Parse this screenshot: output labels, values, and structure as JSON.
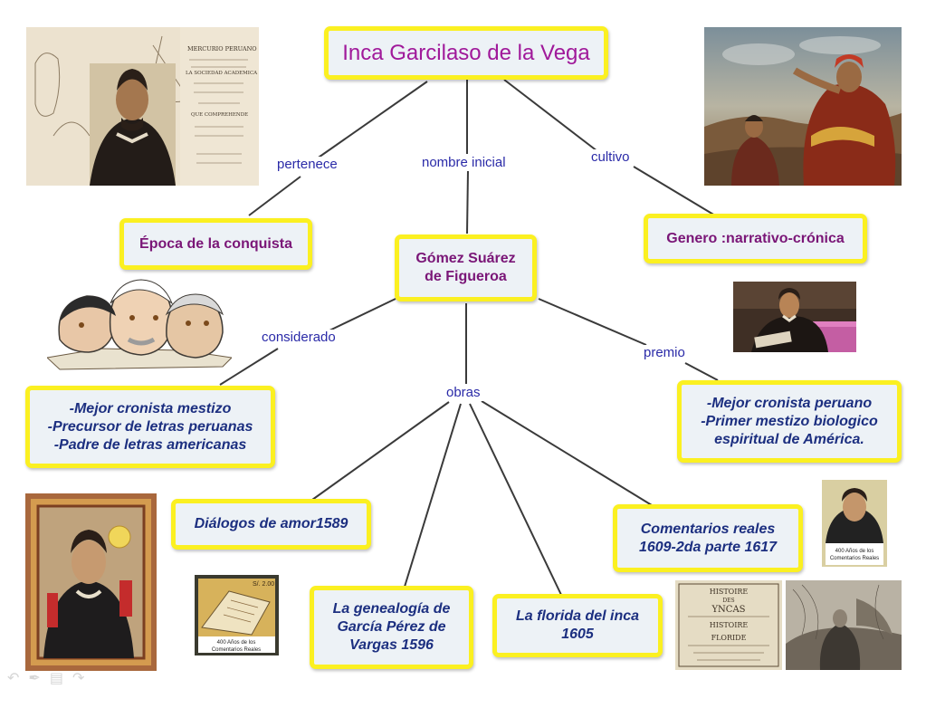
{
  "title": "Inca Garcilaso de la Vega",
  "links": {
    "pertenece": "pertenece",
    "nombre_inicial": "nombre inicial",
    "cultivo": "cultivo",
    "considerado": "considerado",
    "premio": "premio",
    "obras": "obras"
  },
  "nodes": {
    "epoca": "Época de la conquista",
    "nombre": "Gómez Suárez\nde Figueroa",
    "genero": "Genero :narrativo-crónica",
    "considerado": "-Mejor cronista mestizo\n-Precursor de letras peruanas\n-Padre de letras americanas",
    "premio": "-Mejor cronista peruano\n-Primer mestizo biologico\nespiritual de América.",
    "dialogos": "Diálogos de amor1589",
    "genealogia": "La genealogía de\nGarcía Pérez de\nVargas 1596",
    "florida": "La florida del inca\n1605",
    "comentarios": "Comentarios reales\n1609-2da parte 1617"
  },
  "images": {
    "mercurio_lines": [
      "MERCURIO PERUANO",
      "LA SOCIEDAD ACADEMICA",
      "QUE COMPREHENDE"
    ],
    "stamp_left_lines": [
      "400 Años de los",
      "Comentarios Reales"
    ],
    "stamp_left_value": "S/. 2.00",
    "stamp_right_lines": [
      "400 Años de los",
      "Comentarios Reales"
    ],
    "book_lines": [
      "HISTOIRE",
      "DES",
      "YNCAS",
      "HISTOIRE",
      "FLORIDE"
    ]
  },
  "nav": {
    "prev_icon": "arrow-left-icon",
    "pen_icon": "pen-icon",
    "menu_icon": "menu-icon",
    "next_icon": "arrow-right-icon"
  },
  "colors": {
    "node_border": "#fbf021",
    "node_fill": "#edf2f6",
    "node_text": "#1c2f80",
    "title_text": "#a0199a",
    "link_text": "#2a2aa8",
    "edge": "#3a3a3a"
  }
}
